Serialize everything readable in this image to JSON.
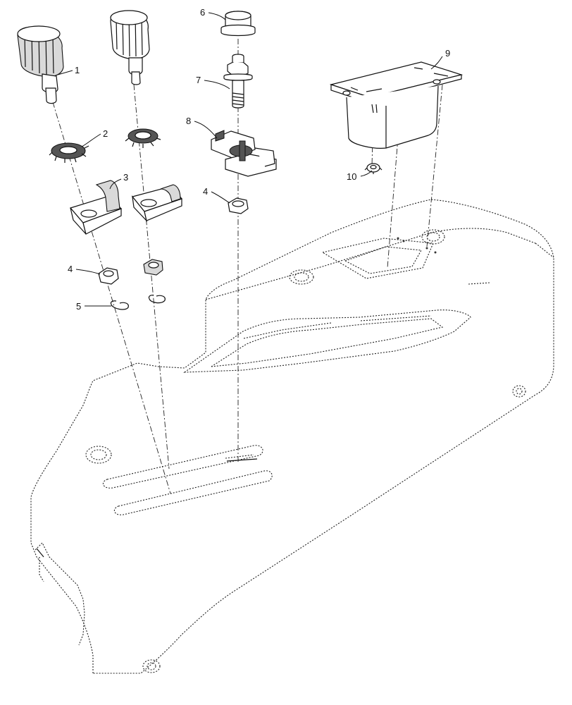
{
  "diagram": {
    "callouts": [
      {
        "id": "c1",
        "label": "1",
        "part": "knob"
      },
      {
        "id": "c2",
        "label": "2",
        "part": "lock-washer"
      },
      {
        "id": "c3",
        "label": "3",
        "part": "bracket"
      },
      {
        "id": "c4a",
        "label": "4",
        "part": "nut"
      },
      {
        "id": "c4b",
        "label": "4",
        "part": "nut"
      },
      {
        "id": "c5",
        "label": "5",
        "part": "retaining-clip"
      },
      {
        "id": "c6",
        "label": "6",
        "part": "cap"
      },
      {
        "id": "c7",
        "label": "7",
        "part": "bolt"
      },
      {
        "id": "c8",
        "label": "8",
        "part": "switch-bracket"
      },
      {
        "id": "c9",
        "label": "9",
        "part": "storage-tray"
      },
      {
        "id": "c10",
        "label": "10",
        "part": "push-nut"
      }
    ]
  }
}
